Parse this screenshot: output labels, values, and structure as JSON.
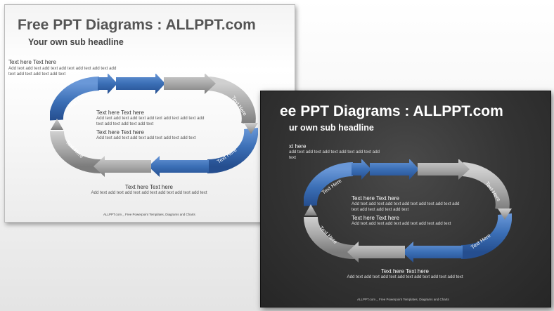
{
  "colors": {
    "blue": "#3b6fb6",
    "gray": "#a9a9a9"
  },
  "slide_light": {
    "title": "Free PPT Diagrams : ALLPPT.com",
    "subtitle": "Your own sub headline",
    "top_title": "Text here Text here",
    "top_text": "Add text add text add text add text add text add text add text add text add text add text",
    "center_title1": "Text here Text here",
    "center_text1": "Add text add text add text add text add text add text add text add text add text add text",
    "center_title2": "Text here Text here",
    "center_text2": "Add text add text add text add text add text add text",
    "bottom_title": "Text here Text here",
    "bottom_text": "Add text add text add text add text add text add text add text",
    "arrow_labels": [
      "Text Here",
      "Text Here",
      "Text Here",
      "Text Here"
    ],
    "footer": "ALLPPT.com _ Free Powerpoint Templates, Diagrams and Charts"
  },
  "slide_dark": {
    "title": "ee PPT Diagrams : ALLPPT.com",
    "subtitle": "ur own sub headline",
    "top_title": "xt here",
    "top_text": "add text add text add text add text add text add text",
    "center_title1": "Text here Text here",
    "center_text1": "Add text add text add text add text add text add text add text add text add text add text",
    "center_title2": "Text here Text here",
    "center_text2": "Add text add text add text add text add text add text",
    "bottom_title": "Text here Text here",
    "bottom_text": "Add text add text add text add text add text add text add text",
    "arrow_labels": [
      "Text Here",
      "Text Here",
      "Text Here",
      "Text Here"
    ],
    "footer": "ALLPPT.com _ Free Powerpoint Templates, Diagrams and Charts"
  }
}
